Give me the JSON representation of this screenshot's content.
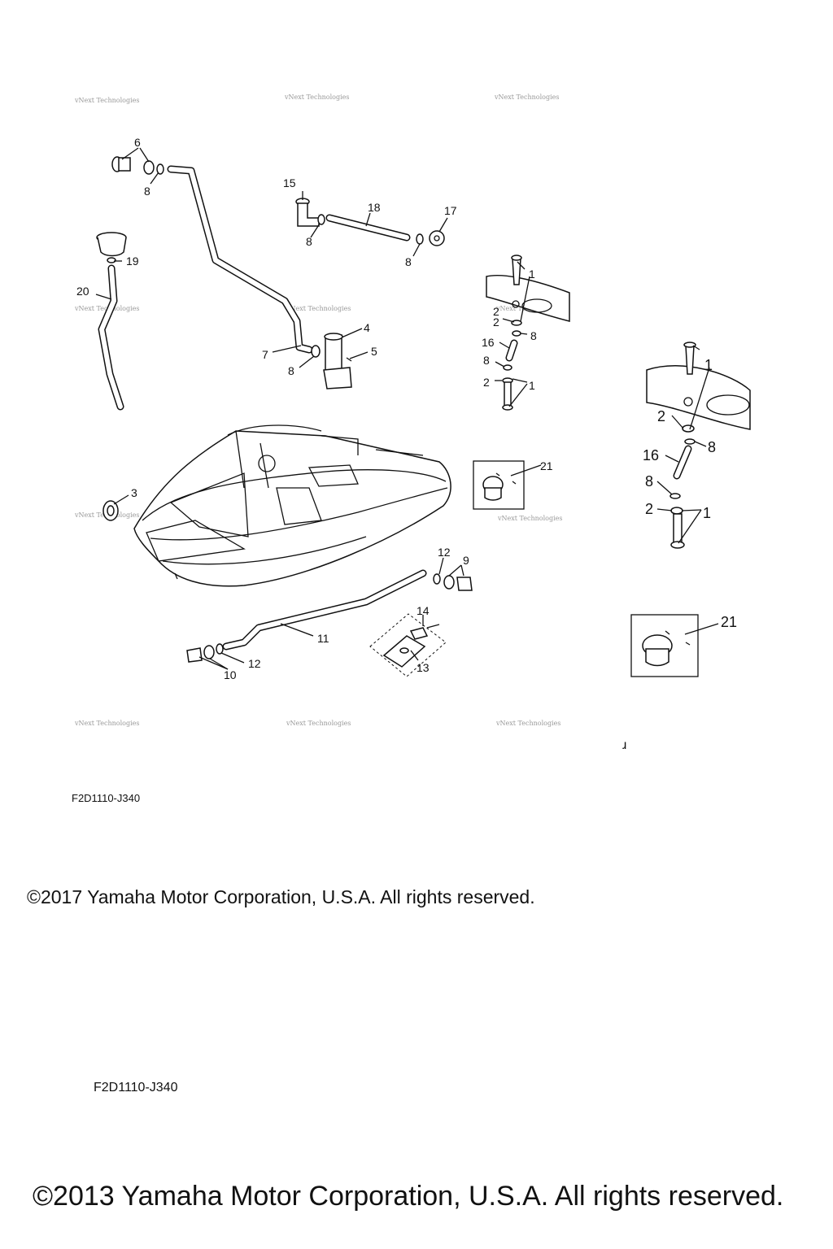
{
  "labels": {
    "p1a": "1",
    "p1b": "1",
    "p1c": "1",
    "p1d": "1",
    "p2a": "2",
    "p2b": "2",
    "p2c": "2",
    "p2d": "2",
    "p3": "3",
    "p4": "4",
    "p5": "5",
    "p6": "6",
    "p7": "7",
    "p8a": "8",
    "p8b": "8",
    "p8c": "8",
    "p8d": "8",
    "p8e": "8",
    "p8f": "8",
    "p8g": "8",
    "p8h": "8",
    "p9": "9",
    "p10": "10",
    "p11": "11",
    "p12a": "12",
    "p12b": "12",
    "p13": "13",
    "p14": "14",
    "p15": "15",
    "p16a": "16",
    "p16b": "16",
    "p17": "17",
    "p18": "18",
    "p19": "19",
    "p20": "20",
    "p21a": "21",
    "p21b": "21"
  },
  "watermark": "vNext Technologies",
  "stray_glyph": "ɹ",
  "codes": {
    "a": "F2D1110-J340",
    "b": "F2D1110-J340"
  },
  "copyrights": {
    "a": "©2017 Yamaha Motor Corporation, U.S.A. All rights reserved.",
    "b": "©2013 Yamaha Motor Corporation, U.S.A. All rights reserved."
  }
}
